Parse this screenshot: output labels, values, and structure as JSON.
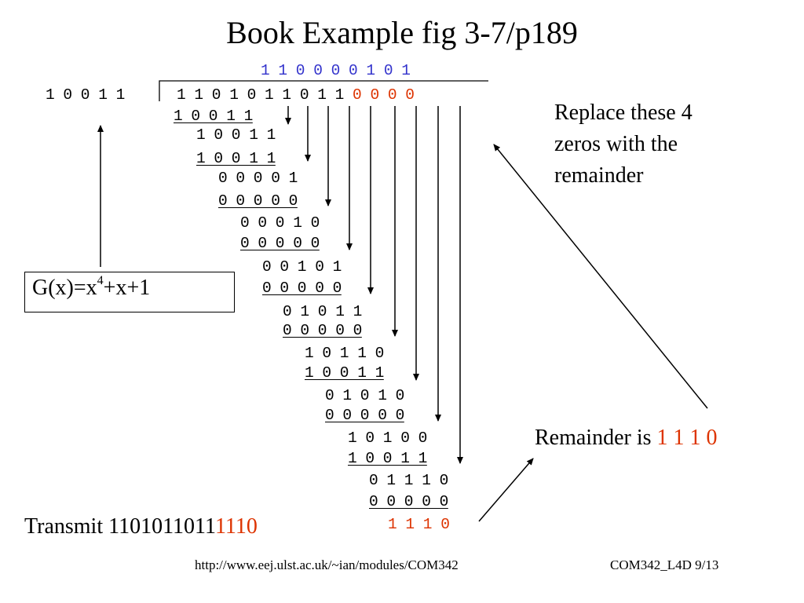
{
  "slide": {
    "title": "Book Example fig 3-7/p189",
    "quotient": "1 1 0 0 0 0 1 0 1",
    "divisor": "1 0 0 1 1",
    "dividend_black": "1 1 0 1 0 1 1 0 1 1",
    "dividend_red": " 0 0 0 0",
    "steps": [
      {
        "text": "1 0 0 1 1",
        "underline": true
      },
      {
        "text": "1 0 0 1 1",
        "underline": false
      },
      {
        "text": "1 0 0 1 1",
        "underline": true
      },
      {
        "text": "0 0 0 0 1",
        "underline": false
      },
      {
        "text": "0 0 0 0 0",
        "underline": true
      },
      {
        "text": "0 0 0 1 0",
        "underline": false
      },
      {
        "text": "0 0 0 0 0",
        "underline": true
      },
      {
        "text": "0 0 1 0 1",
        "underline": false
      },
      {
        "text": "0 0 0 0 0",
        "underline": true
      },
      {
        "text": "0 1 0 1 1",
        "underline": false
      },
      {
        "text": "0 0 0 0 0",
        "underline": true
      },
      {
        "text": "1 0 1 1 0",
        "underline": false
      },
      {
        "text": "1 0 0 1 1",
        "underline": true
      },
      {
        "text": "0 1 0 1 0",
        "underline": false
      },
      {
        "text": "0 0 0 0 0",
        "underline": true
      },
      {
        "text": "1 0 1 0 0",
        "underline": false
      },
      {
        "text": "1 0 0 1 1",
        "underline": true
      },
      {
        "text": "0 1 1 1 0",
        "underline": false
      },
      {
        "text": "0 0 0 0 0",
        "underline": true
      }
    ],
    "final_remainder": "1 1 1 0",
    "generator_prefix": "G(x)=x",
    "generator_exponent": "4",
    "generator_suffix": "+x+1",
    "note_replace": [
      "Replace these 4",
      "zeros with the",
      "remainder"
    ],
    "remainder_label": "Remainder is ",
    "remainder_value": "1 1 1 0",
    "transmit_label": "Transmit 1101011011",
    "transmit_red": "1110",
    "footer_url": "http://www.eej.ulst.ac.uk/~ian/modules/COM342",
    "footer_page": "COM342_L4D 9/13",
    "colors": {
      "quotient": "#3333cc",
      "highlight": "#dd3300",
      "text": "#000000"
    }
  }
}
